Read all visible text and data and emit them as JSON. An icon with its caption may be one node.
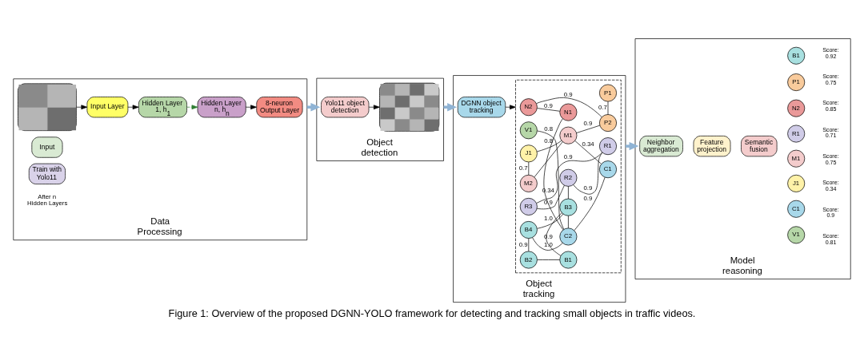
{
  "diagram": {
    "caption": "Figure 1: Overview of the proposed DGNN-YOLO framework for detecting and tracking small objects in traffic videos.",
    "nodes": [
      {
        "text": [
          "Data Processing"
        ]
      },
      {
        "text": [],
        "shape": "picture",
        "in": 0
      },
      {
        "text": [
          "Input"
        ],
        "in": 0
      },
      {
        "text": [
          "Input Layer"
        ],
        "in": 0
      },
      {
        "text": [
          "Hidden Layer 1, h$_{1}$"
        ],
        "in": 0
      },
      {
        "text": [
          "Hidden Layer n, h$_{n}$"
        ],
        "in": 0
      },
      {
        "text": [
          "8-neuron Output Layer"
        ],
        "in": 0
      },
      {
        "text": [
          "Train with Yolo11"
        ],
        "in": 0
      },
      {
        "text": [
          "Object detection"
        ]
      },
      {
        "text": [
          "Yolo11 object detection"
        ],
        "in": 8
      },
      {
        "text": [],
        "shape": "picture",
        "in": 8
      },
      {
        "text": [
          "Object tracking"
        ]
      },
      {
        "text": [
          "DGNN object tracking"
        ],
        "in": 11
      },
      {
        "text": [],
        "shape": "box",
        "in": 11
      },
      {
        "text": [
          "N2"
        ],
        "in": 13
      },
      {
        "text": [
          "V1"
        ],
        "in": 13
      },
      {
        "text": [
          "C2"
        ],
        "in": 13
      },
      {
        "text": [
          "C1"
        ],
        "in": 13
      },
      {
        "text": [
          "N1"
        ],
        "in": 13
      },
      {
        "text": [
          "P2"
        ],
        "in": 13
      },
      {
        "text": [
          "J1"
        ],
        "in": 13
      },
      {
        "text": [
          "P1"
        ],
        "in": 13
      },
      {
        "text": [
          "M2"
        ],
        "in": 13
      },
      {
        "text": [
          "M1"
        ],
        "in": 13
      },
      {
        "text": [
          "R3"
        ],
        "in": 13
      },
      {
        "text": [
          "R2"
        ],
        "in": 13
      },
      {
        "text": [
          "B4"
        ],
        "in": 13
      },
      {
        "text": [
          "B3"
        ],
        "in": 13
      },
      {
        "text": [
          "R1"
        ],
        "in": 13
      },
      {
        "text": [
          "B2"
        ],
        "in": 13
      },
      {
        "text": [
          "B1"
        ],
        "in": 13
      },
      {
        "text": [
          "Model reasoning"
        ]
      },
      {
        "text": [
          "Neighbor aggregation"
        ],
        "in": 31
      },
      {
        "text": [
          "Feature projection"
        ],
        "in": 31
      },
      {
        "text": [
          "Semantic fusion"
        ],
        "in": 31
      },
      {
        "text": [
          "V1"
        ],
        "in": 31,
        "beside": [
          "Score: 0.81"
        ]
      },
      {
        "text": [
          "C1"
        ],
        "in": 31,
        "beside": [
          "Score: 0.9"
        ]
      },
      {
        "text": [
          "J1"
        ],
        "in": 31,
        "beside": [
          "Score: 0.34"
        ]
      },
      {
        "text": [
          "M1"
        ],
        "in": 31,
        "beside": [
          "Score: 0.75"
        ]
      },
      {
        "text": [
          "R1"
        ],
        "in": 31,
        "beside": [
          "Score: 0.71"
        ]
      },
      {
        "text": [
          "N2"
        ],
        "in": 31,
        "beside": [
          "Score: 0.85"
        ]
      },
      {
        "text": [
          "P1"
        ],
        "in": 31,
        "beside": [
          "Score: 0.75"
        ]
      },
      {
        "text": [
          "B1"
        ],
        "in": 31,
        "beside": [
          "Score: 0.92"
        ]
      }
    ],
    "edges": [
      {
        "from": 1,
        "to": 3,
        "arrow": "to"
      },
      {
        "from": 3,
        "to": 4,
        "arrow": "to"
      },
      {
        "from": 4,
        "to": 5,
        "arrow": "to",
        "style": "dashed",
        "color": "#2e7d32"
      },
      {
        "from": 5,
        "to": 6,
        "arrow": "to"
      },
      {
        "from": 0,
        "to": 8,
        "arrow": "to",
        "style": "thick",
        "color": "#8fb3d4"
      },
      {
        "from": 9,
        "to": 10,
        "arrow": "to"
      },
      {
        "from": 8,
        "to": 11,
        "arrow": "to",
        "style": "thick",
        "color": "#8fb3d4"
      },
      {
        "from": 12,
        "to": 13,
        "arrow": "to"
      },
      {
        "from": 11,
        "to": 31,
        "arrow": "to",
        "style": "thick",
        "color": "#8fb3d4"
      },
      {
        "from": 15,
        "to": 16,
        "arrow": "none",
        "label": "0.8"
      },
      {
        "from": 16,
        "to": 17,
        "arrow": "none",
        "label": "0.9"
      },
      {
        "from": 14,
        "to": 18,
        "arrow": "none",
        "label": "0.9"
      },
      {
        "from": 14,
        "to": 19,
        "arrow": "none",
        "label": "0.9"
      },
      {
        "from": 18,
        "to": 16,
        "arrow": "none",
        "label": "0.34"
      },
      {
        "from": 20,
        "to": 22,
        "arrow": "none",
        "label": "0.7"
      },
      {
        "from": 20,
        "to": 23,
        "arrow": "none",
        "label": "0.8"
      },
      {
        "from": 22,
        "to": 23,
        "arrow": "none"
      },
      {
        "from": 23,
        "to": 19,
        "arrow": "none",
        "label": "0.9"
      },
      {
        "from": 23,
        "to": 17,
        "arrow": "none",
        "label": "0.34"
      },
      {
        "from": 19,
        "to": 21,
        "arrow": "none",
        "label": "0.7"
      },
      {
        "from": 16,
        "to": 26,
        "arrow": "none",
        "label": "1.0"
      },
      {
        "from": 16,
        "to": 27,
        "arrow": "none"
      },
      {
        "from": 26,
        "to": 27,
        "arrow": "none",
        "label": "1.0"
      },
      {
        "from": 26,
        "to": 29,
        "arrow": "none",
        "label": "0.9"
      },
      {
        "from": 27,
        "to": 30,
        "arrow": "none",
        "label": "0.9"
      },
      {
        "from": 29,
        "to": 30,
        "arrow": "none"
      },
      {
        "from": 24,
        "to": 25,
        "arrow": "none",
        "label": "0.9"
      },
      {
        "from": 24,
        "to": 28,
        "arrow": "none",
        "label": "0.9"
      },
      {
        "from": 25,
        "to": 28,
        "arrow": "none",
        "label": "0.9"
      },
      {
        "from": 25,
        "to": 27,
        "arrow": "none"
      }
    ],
    "labels": [
      "After n Hidden Layers"
    ]
  }
}
